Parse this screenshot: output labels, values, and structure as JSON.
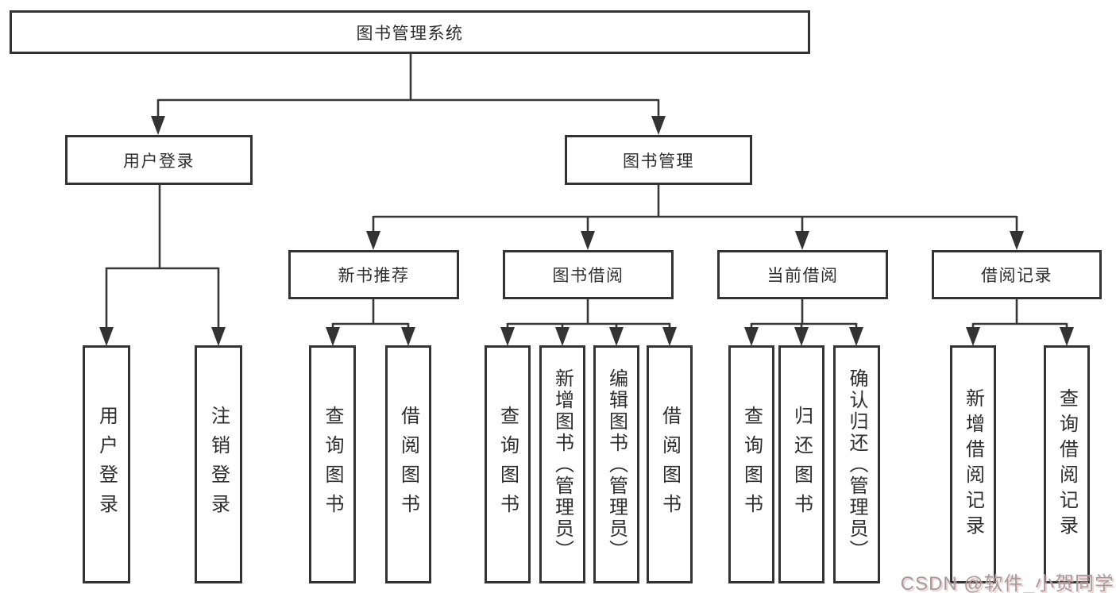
{
  "tree": {
    "label": "图书管理系统",
    "children": [
      {
        "label": "用户登录",
        "children": [
          {
            "label": "用户登录"
          },
          {
            "label": "注销登录"
          }
        ]
      },
      {
        "label": "图书管理",
        "children": [
          {
            "label": "新书推荐",
            "children": [
              {
                "label": "查询图书"
              },
              {
                "label": "借阅图书"
              }
            ]
          },
          {
            "label": "图书借阅",
            "children": [
              {
                "label": "查询图书"
              },
              {
                "label": "新增图书（管理员）"
              },
              {
                "label": "编辑图书（管理员）"
              },
              {
                "label": "借阅图书"
              }
            ]
          },
          {
            "label": "当前借阅",
            "children": [
              {
                "label": "查询图书"
              },
              {
                "label": "归还图书"
              },
              {
                "label": "确认归还（管理员）"
              }
            ]
          },
          {
            "label": "借阅记录",
            "children": [
              {
                "label": "新增借阅记录"
              },
              {
                "label": "查询借阅记录"
              }
            ]
          }
        ]
      }
    ]
  },
  "watermark": {
    "text": "CSDN @软件_小贺同学"
  },
  "colors": {
    "line": "#383838",
    "border": "#333333",
    "text": "#2e2e2e",
    "watermark_gray": "#9e9e9e",
    "watermark_pink": "#f3a0a5",
    "background": "#ffffff"
  }
}
